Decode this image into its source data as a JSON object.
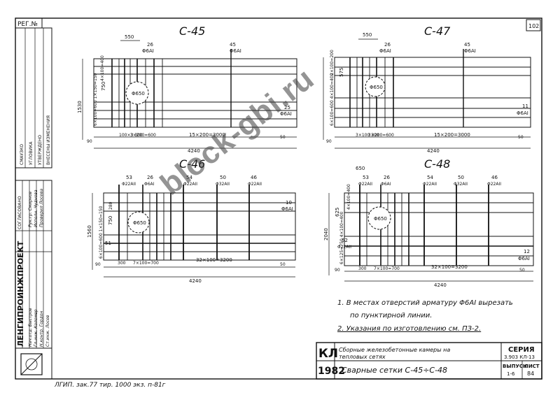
{
  "sheet": {
    "page_number": "102",
    "reg_label": "РЕГ.№",
    "bottom_stamp": "ЛГИП. зак.77 тир. 1000 экз. п-81г"
  },
  "panels": [
    {
      "title": "С-45",
      "dim_top": "550",
      "top_bar_1_num": "26",
      "top_bar_1_label": "Φ6AI",
      "top_bar_2_num": "45",
      "top_bar_2_label": "Φ6AI",
      "right_bar_num": "25",
      "right_bar_label": "Φ6AI",
      "dim_height": "1530",
      "dim_width": "4240",
      "dim_span": "15×200=3000",
      "dim_left_small": "90",
      "dim_right_small": "50",
      "hole": "Φ650",
      "dim_vert_inner": "750",
      "dim_vert_note": "4×100=400",
      "dim_bottom_left": "100×3 300",
      "dim_bottom_mid": "3×200=600",
      "dim_left_vert": "6×100=600 1×150=150"
    },
    {
      "title": "С-47",
      "dim_top": "550",
      "top_bar_1_num": "26",
      "top_bar_1_label": "Φ6AI",
      "top_bar_2_num": "45",
      "top_bar_2_label": "Φ6AI",
      "right_bar_num": "11",
      "right_bar_label": "Φ6AI",
      "dim_height": "",
      "dim_width": "4240",
      "dim_span": "15×200=3000",
      "dim_left_small": "90",
      "dim_right_small": "50",
      "hole": "Φ650",
      "dim_vert_inner": "575",
      "dim_vert_note": "2×100=200",
      "dim_bottom_left": "3×100 300",
      "dim_bottom_mid": "3×200=600",
      "dim_left_vert": "6×100=600 4×100=400"
    },
    {
      "title": "С-46",
      "dim_top": "",
      "top_bar_1_num": "53",
      "top_bar_1_label": "Φ22AII",
      "top_bar_2_num": "26",
      "top_bar_2_label": "Φ6AI",
      "top_bar_3_num": "54",
      "top_bar_3_label": "Φ22AII",
      "top_bar_4_num": "50",
      "top_bar_4_label": "Φ32AII",
      "top_bar_5_num": "46",
      "top_bar_5_label": "Φ22AII",
      "right_bar_num": "10",
      "right_bar_label": "Φ6AI",
      "left_bar_num": "51",
      "dim_height": "1560",
      "dim_width": "4240",
      "dim_span": "32×100=3200",
      "dim_left_small": "90",
      "dim_right_small": "50",
      "hole": "Φ650",
      "dim_vert_inner": "750",
      "dim_vert_note": "280",
      "dim_bottom_left": "300",
      "dim_bottom_mid": "7×100=700",
      "dim_left_vert": "6×100=600 1×150=150"
    },
    {
      "title": "С-48",
      "dim_top": "650",
      "top_bar_1_num": "53",
      "top_bar_1_label": "Φ22AII",
      "top_bar_2_num": "26",
      "top_bar_2_label": "Φ6AI",
      "top_bar_3_num": "54",
      "top_bar_3_label": "Φ22AII",
      "top_bar_4_num": "50",
      "top_bar_4_label": "Φ32AII",
      "top_bar_5_num": "46",
      "top_bar_5_label": "Φ22AII",
      "right_bar_num": "12",
      "right_bar_label": "Φ6AI",
      "left_bar_num": "52",
      "left_bar_label": "Φ22AII",
      "dim_height": "2040",
      "dim_width": "4240",
      "dim_span": "32×100=3200",
      "dim_left_small": "90",
      "dim_right_small": "50",
      "hole": "Φ650",
      "dim_vert_inner": "625",
      "dim_vert_note": "4×100=400",
      "dim_bottom_left": "300",
      "dim_bottom_mid": "7×100=700",
      "dim_left_vert": "6×125=750 4×100=400"
    }
  ],
  "notes": {
    "note1_line1": "1. В местах отверстий арматуру Φ6AI вырезать",
    "note1_line2": "по пунктирной линии.",
    "note2": "2. Указания по изготовлению см. ПЗ-2."
  },
  "title_block": {
    "org": "ЛЕНГИПРОИНЖПРОЕКТ",
    "code": "КЛ",
    "year": "1982",
    "project_line1": "Сборные железобетонные камеры на",
    "project_line2": "тепловых сетях",
    "sheet_title": "Сварные сетки  С-45÷С-48",
    "series_label": "СЕРИЯ",
    "series_value": "3.903 КЛ-13",
    "issue_label": "ВЫПУСК",
    "issue_value": "1-6",
    "sheet_label": "ЛИСТ",
    "sheet_value": "84"
  },
  "side_stamp": {
    "rows": [
      "Нач.отд. Быстров",
      "Гл.инж. Коломер",
      "Н.контр. Гордон",
      "Ст.инж. Лосев",
      "Рук.гр. Смирнов",
      "Исполн. Чуднова",
      "Проверил Лосева"
    ],
    "approval": "СОГЛАСОВАНО",
    "approval_rows": [
      "СМАУЗКО",
      "УГЛОВИКА",
      "УТВЕРЖДЕНО",
      "ВНЕСЕНЫ ИЗМЕНЕНИЯ"
    ]
  },
  "watermark": "block-gbi.ru"
}
